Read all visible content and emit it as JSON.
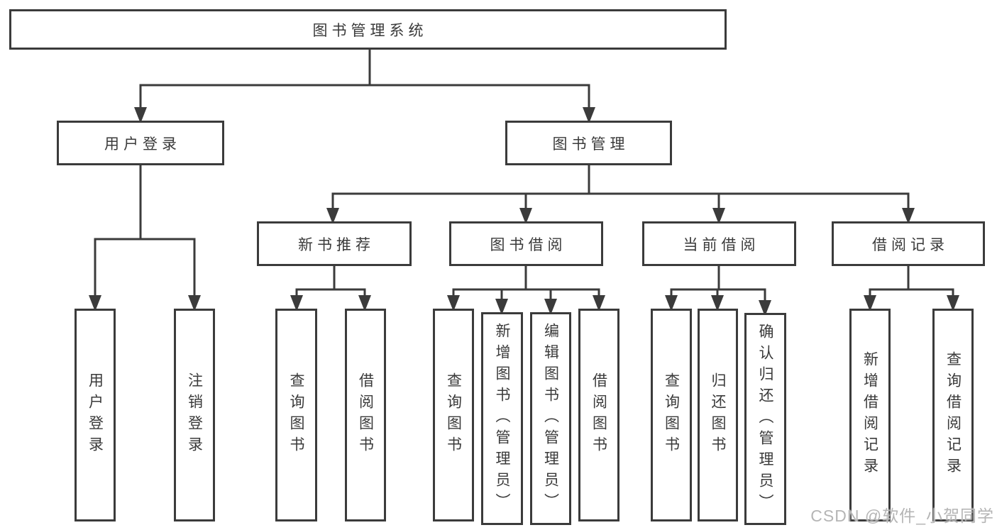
{
  "tree": {
    "root": {
      "id": "root",
      "label": "图书管理系统",
      "children": [
        {
          "id": "user-login",
          "label": "用户登录",
          "children": [
            {
              "id": "leaf-user-login",
              "label": "用户登录"
            },
            {
              "id": "leaf-logout",
              "label": "注销登录"
            }
          ]
        },
        {
          "id": "book-management",
          "label": "图书管理",
          "children": [
            {
              "id": "new-book-recommend",
              "label": "新书推荐",
              "children": [
                {
                  "id": "leaf-query-books-1",
                  "label": "查询图书"
                },
                {
                  "id": "leaf-borrow-books-1",
                  "label": "借阅图书"
                }
              ]
            },
            {
              "id": "book-borrowing",
              "label": "图书借阅",
              "children": [
                {
                  "id": "leaf-query-books-2",
                  "label": "查询图书"
                },
                {
                  "id": "leaf-add-books",
                  "label": "新增图书（管理员）"
                },
                {
                  "id": "leaf-edit-books",
                  "label": "编辑图书（管理员）"
                },
                {
                  "id": "leaf-borrow-books-2",
                  "label": "借阅图书"
                }
              ]
            },
            {
              "id": "current-borrowing",
              "label": "当前借阅",
              "children": [
                {
                  "id": "leaf-query-books-3",
                  "label": "查询图书"
                },
                {
                  "id": "leaf-return-books",
                  "label": "归还图书"
                },
                {
                  "id": "leaf-confirm-return",
                  "label": "确认归还（管理员）"
                }
              ]
            },
            {
              "id": "borrowing-records",
              "label": "借阅记录",
              "children": [
                {
                  "id": "leaf-add-borrow-record",
                  "label": "新增借阅记录"
                },
                {
                  "id": "leaf-query-borrow-record",
                  "label": "查询借阅记录"
                }
              ]
            }
          ]
        }
      ]
    }
  },
  "watermark": {
    "text": "CSDN @软件_小贺同学"
  },
  "colors": {
    "line": "#3b3b3b",
    "text": "#3a3a3a",
    "box_background": "#ffffff",
    "watermark": "#b5b5b5"
  }
}
